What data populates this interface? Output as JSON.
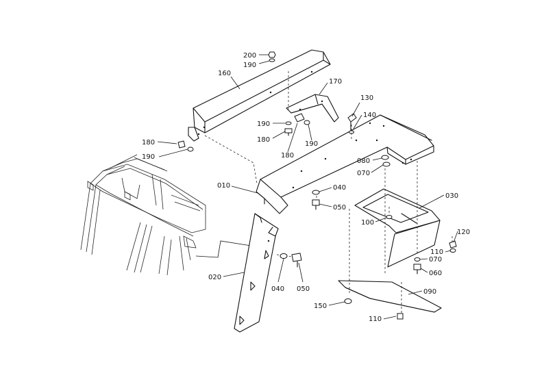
{
  "labels": {
    "l200": "200",
    "l190a": "190",
    "l160": "160",
    "l170": "170",
    "l130": "130",
    "l140": "140",
    "l190b": "190",
    "l180a": "180",
    "l190c": "190",
    "l180b": "180",
    "l180c": "180",
    "l190d": "190",
    "l080": "080",
    "l070a": "070",
    "l010": "010",
    "l040a": "040",
    "l050a": "050",
    "l030": "030",
    "l100": "100",
    "l120": "120",
    "l110a": "110",
    "l070b": "070",
    "l060": "060",
    "l020": "020",
    "l040b": "040",
    "l050b": "050",
    "l090": "090",
    "l150": "150",
    "l110b": "110"
  }
}
